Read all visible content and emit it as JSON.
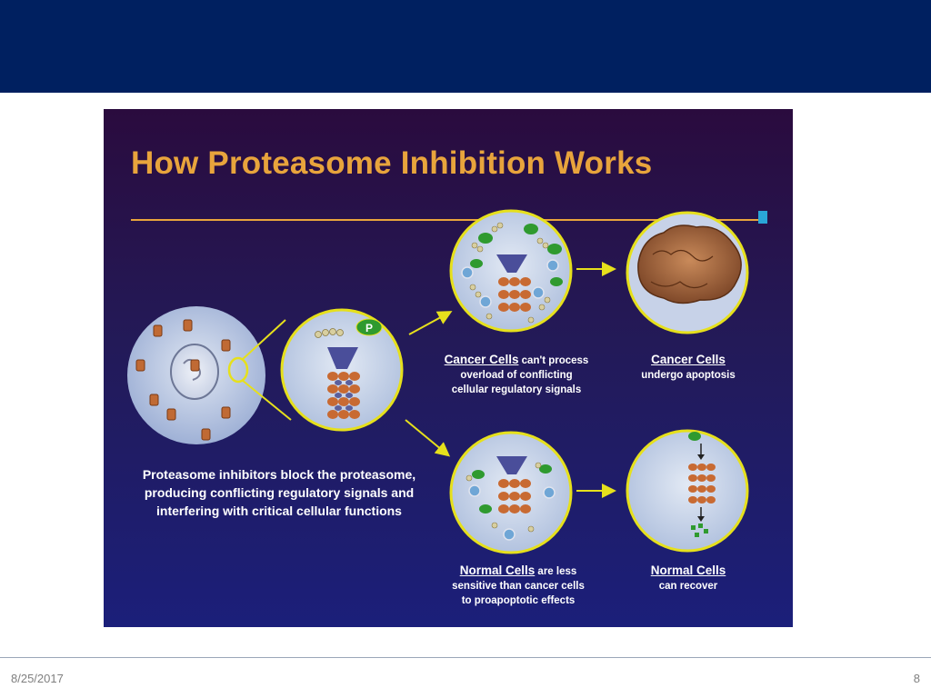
{
  "slide": {
    "header_color": "#002060",
    "footer": {
      "date": "8/25/2017",
      "page_number": "8"
    }
  },
  "figure": {
    "title": "How Proteasome Inhibition Works",
    "colors": {
      "title": "#e8a43c",
      "circle_outline": "#e6e01c",
      "background_top": "#2a0b3e",
      "background_bottom": "#1b1f7a"
    },
    "left_caption": [
      "Proteasome inhibitors block the proteasome,",
      "producing conflicting regulatory signals and",
      "interfering with critical cellular functions"
    ],
    "cancer_process": {
      "title": "Cancer Cells",
      "rest": [
        " can't process",
        "overload of conflicting",
        "cellular regulatory signals"
      ]
    },
    "cancer_apoptosis": {
      "title": "Cancer Cells",
      "rest": [
        "undergo apoptosis"
      ]
    },
    "normal_sensitivity": {
      "title": "Normal Cells",
      "rest": [
        " are less",
        "sensitive than cancer cells",
        "to proapoptotic effects"
      ]
    },
    "normal_recover": {
      "title": "Normal Cells",
      "rest": [
        "can recover"
      ]
    },
    "phosphate_label": "P"
  }
}
